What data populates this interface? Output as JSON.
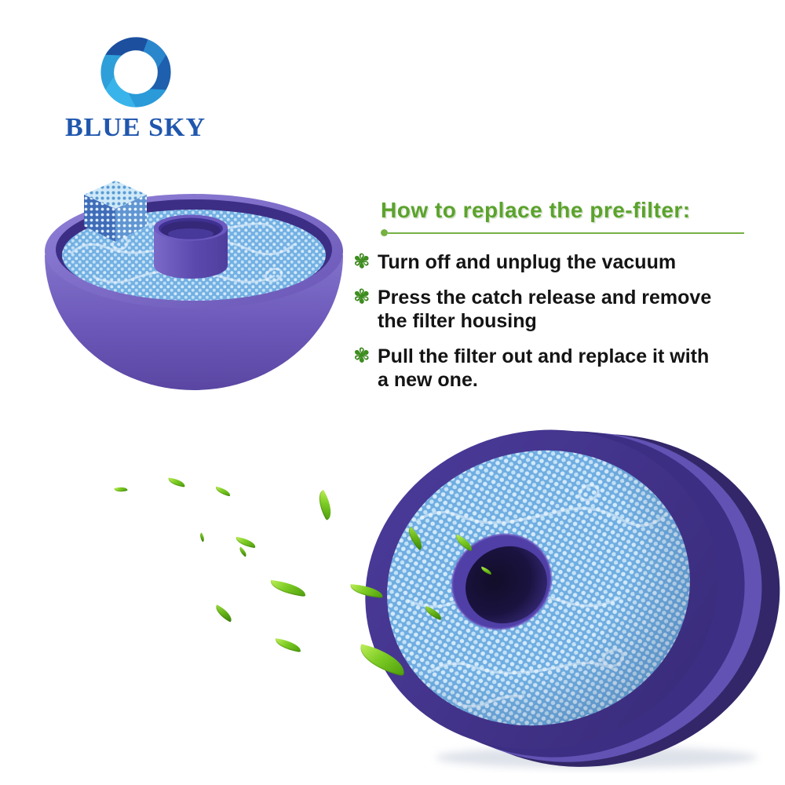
{
  "brand": {
    "name": "BLUE SKY"
  },
  "instructions": {
    "heading": "How to replace the pre-filter:",
    "bullet_icon": "✾",
    "steps": [
      "Turn off and unplug the vacuum",
      "Press the catch release and remove\nthe filter housing",
      "Pull the filter out and replace it with\na new one."
    ]
  },
  "colors": {
    "brand_text_blue": "#2057ae",
    "logo_blues": [
      "#2b87cc",
      "#1e5fae",
      "#2a9ad8",
      "#38b4ea",
      "#2f9fd9",
      "#1c4f9e"
    ],
    "heading_green": "#5ba32d",
    "bullet_green": "#3e8f1e",
    "underline_green": "#76b144",
    "step_text_color": "#141414",
    "filter_purple": "#6d59ba",
    "filter_purple_dark": "#3b2d80",
    "filter_media_blue": "#73b0e3",
    "leaf_green": "#6fbf1d"
  }
}
